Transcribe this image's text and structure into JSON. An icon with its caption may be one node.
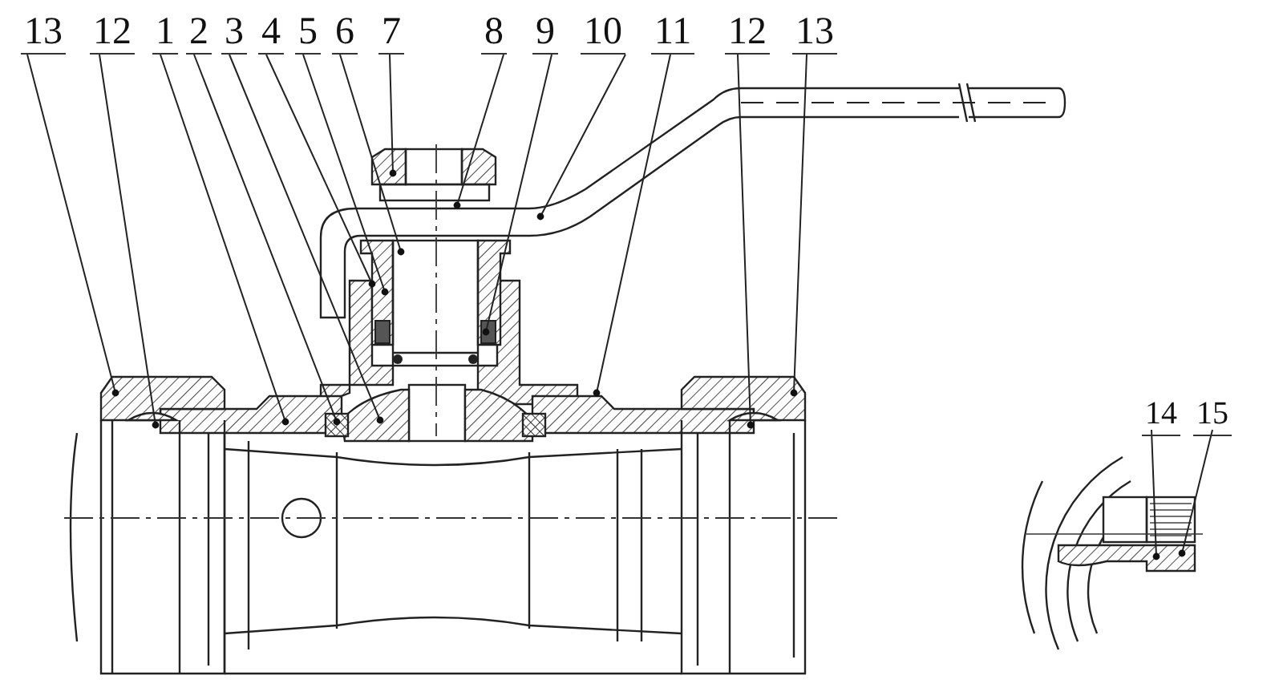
{
  "diagram": {
    "nodes": [
      {
        "text": [
          "13"
        ]
      },
      {
        "text": [
          "12"
        ]
      },
      {
        "text": [
          "1"
        ]
      },
      {
        "text": [
          "2"
        ]
      },
      {
        "text": [
          "3"
        ]
      },
      {
        "text": [
          "4"
        ]
      },
      {
        "text": [
          "5"
        ]
      },
      {
        "text": [
          "6"
        ]
      },
      {
        "text": [
          "7"
        ]
      },
      {
        "text": [
          "8"
        ]
      },
      {
        "text": [
          "9"
        ]
      },
      {
        "text": [
          "10"
        ]
      },
      {
        "text": [
          "11"
        ]
      },
      {
        "text": [
          "12"
        ]
      },
      {
        "text": [
          "13"
        ]
      },
      {
        "text": [
          "14"
        ]
      },
      {
        "text": [
          "15"
        ]
      }
    ],
    "edges": [
      {
        "from": 0,
        "to": null,
        "arrow": "other"
      },
      {
        "from": 1,
        "to": null,
        "arrow": "other"
      },
      {
        "from": 2,
        "to": null,
        "arrow": "other"
      },
      {
        "from": 3,
        "to": null,
        "arrow": "other"
      },
      {
        "from": 4,
        "to": null,
        "arrow": "other"
      },
      {
        "from": 5,
        "to": null,
        "arrow": "other"
      },
      {
        "from": 6,
        "to": null,
        "arrow": "other"
      },
      {
        "from": 7,
        "to": null,
        "arrow": "other"
      },
      {
        "from": 8,
        "to": null,
        "arrow": "other"
      },
      {
        "from": 9,
        "to": null,
        "arrow": "other"
      },
      {
        "from": 10,
        "to": null,
        "arrow": "other"
      },
      {
        "from": 11,
        "to": null,
        "arrow": "other"
      },
      {
        "from": 12,
        "to": null,
        "arrow": "other"
      },
      {
        "from": 13,
        "to": null,
        "arrow": "other"
      },
      {
        "from": 14,
        "to": null,
        "arrow": "other"
      },
      {
        "from": 15,
        "to": null,
        "arrow": "other"
      },
      {
        "from": 16,
        "to": null,
        "arrow": "other"
      }
    ]
  }
}
